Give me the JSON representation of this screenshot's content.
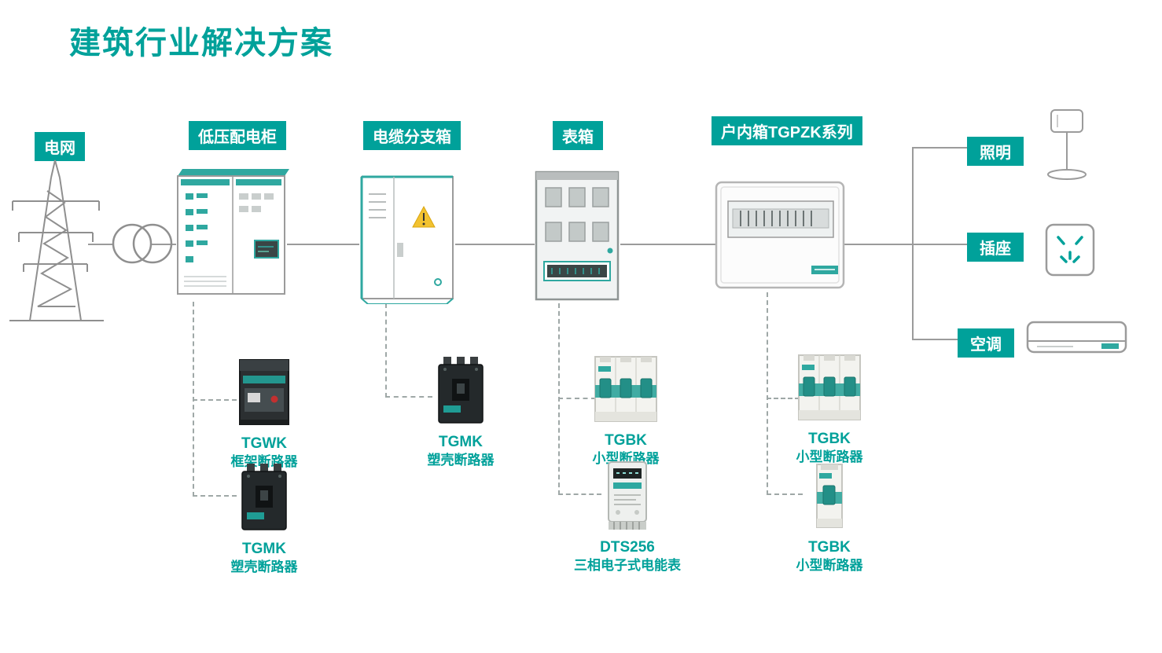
{
  "title": "建筑行业解决方案",
  "colors": {
    "accent": "#00A19A",
    "line": "#9B9B9B",
    "warning": "#F2C230"
  },
  "nodes": {
    "grid": {
      "label": "电网"
    },
    "lv_cabinet": {
      "label": "低压配电柜"
    },
    "cable_branch_box": {
      "label": "电缆分支箱"
    },
    "meter_box": {
      "label": "表箱"
    },
    "indoor_box": {
      "label": "户内箱TGPZK系列"
    }
  },
  "loads": [
    {
      "label": "照明",
      "icon": "lamp-icon"
    },
    {
      "label": "插座",
      "icon": "socket-icon"
    },
    {
      "label": "空调",
      "icon": "air-conditioner-icon"
    }
  ],
  "products": [
    {
      "name": "TGWK",
      "desc": "框架断路器"
    },
    {
      "name": "TGMK",
      "desc": "塑壳断路器"
    },
    {
      "name": "TGMK",
      "desc": "塑壳断路器"
    },
    {
      "name": "TGBK",
      "desc": "小型断路器"
    },
    {
      "name": "DTS256",
      "desc": "三相电子式电能表"
    },
    {
      "name": "TGBK",
      "desc": "小型断路器"
    },
    {
      "name": "TGBK",
      "desc": "小型断路器"
    }
  ]
}
